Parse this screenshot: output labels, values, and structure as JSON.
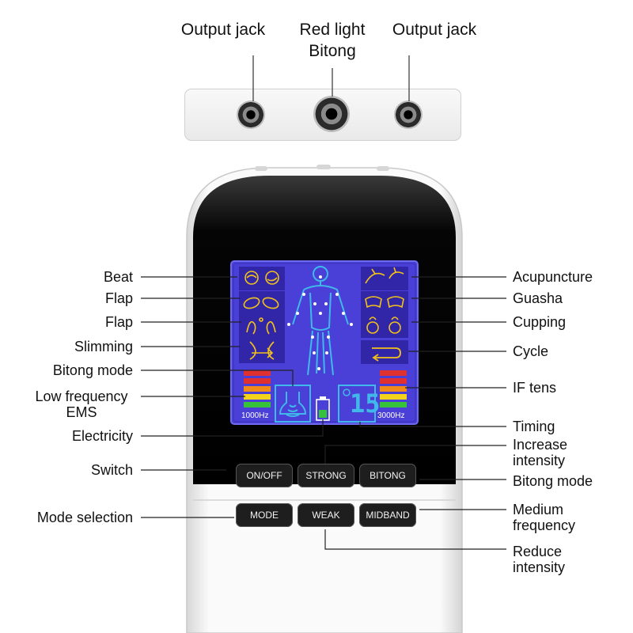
{
  "top_labels": {
    "output_jack_left": "Output jack",
    "red_light": "Red light",
    "bitong_sub": "Bitong",
    "output_jack_right": "Output jack"
  },
  "left_labels": {
    "beat": "Beat",
    "flap1": "Flap",
    "flap2": "Flap",
    "slimming": "Slimming",
    "bitong_mode": "Bitong mode",
    "low_freq_1": "Low frequency",
    "low_freq_2": "EMS",
    "electricity": "Electricity",
    "switch": "Switch",
    "mode_selection": "Mode selection"
  },
  "right_labels": {
    "acupuncture": "Acupuncture",
    "guasha": "Guasha",
    "cupping": "Cupping",
    "cycle": "Cycle",
    "if_tens": "IF tens",
    "timing": "Timing",
    "increase_1": "Increase",
    "increase_2": "intensity",
    "bitong_mode": "Bitong mode",
    "medium_1": "Medium",
    "medium_2": "frequency",
    "reduce_1": "Reduce",
    "reduce_2": "intensity"
  },
  "screen": {
    "freq_left": "1000Hz",
    "freq_right": "3000Hz",
    "timer_digits": "15"
  },
  "buttons": {
    "onoff": "ON/OFF",
    "strong": "STRONG",
    "bitong": "BITONG",
    "mode": "MODE",
    "weak": "WEAK",
    "midband": "MIDBAND"
  },
  "colors": {
    "screen_bg": "#4a3fd6",
    "screen_icon": "#f2c21a",
    "body_outline": "#41b8ea"
  }
}
